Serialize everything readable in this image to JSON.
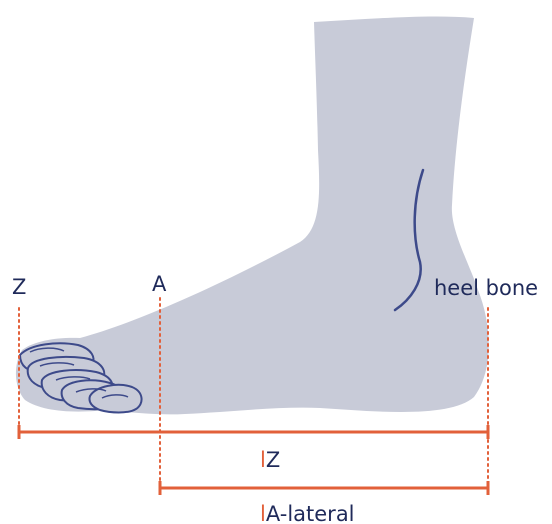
{
  "labels": {
    "z": "Z",
    "a": "A",
    "heel": "heel bone"
  },
  "measurements": {
    "iz_prefix": "l",
    "iz_rest": "Z",
    "ia_prefix": "l",
    "ia_rest": "A-lateral"
  },
  "colors": {
    "foot_fill": "#c8cbd8",
    "outline": "#3d4a8a",
    "measure_line": "#e2603a",
    "text": "#1f2a5a"
  }
}
